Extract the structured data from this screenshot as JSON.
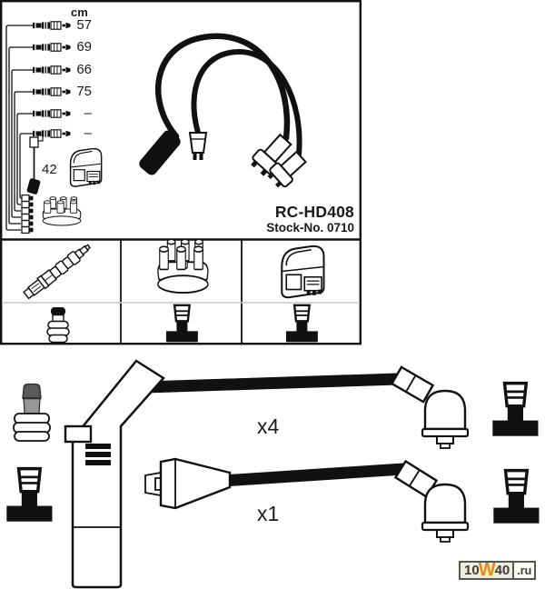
{
  "panel": {
    "unit_header": "cm",
    "cable_lengths": [
      "57",
      "69",
      "66",
      "75",
      "–",
      "–"
    ],
    "coil_cable_length": "42",
    "part_number": "RC-HD408",
    "stock_number": "Stock-No. 0710"
  },
  "kit_counts": {
    "plug_cables": "x4",
    "coil_cable": "x1"
  },
  "watermark": {
    "seg_10": "10",
    "seg_w": "W",
    "seg_40": "40",
    "seg_ru": ".ru"
  },
  "colors": {
    "ink": "#111111",
    "accent_orange": "#f08a00",
    "watermark_bg": "#efeedd",
    "boot_gray_dark": "#59595b",
    "boot_gray_light": "#97979a",
    "table_row_divider": "#c8c8c8"
  }
}
